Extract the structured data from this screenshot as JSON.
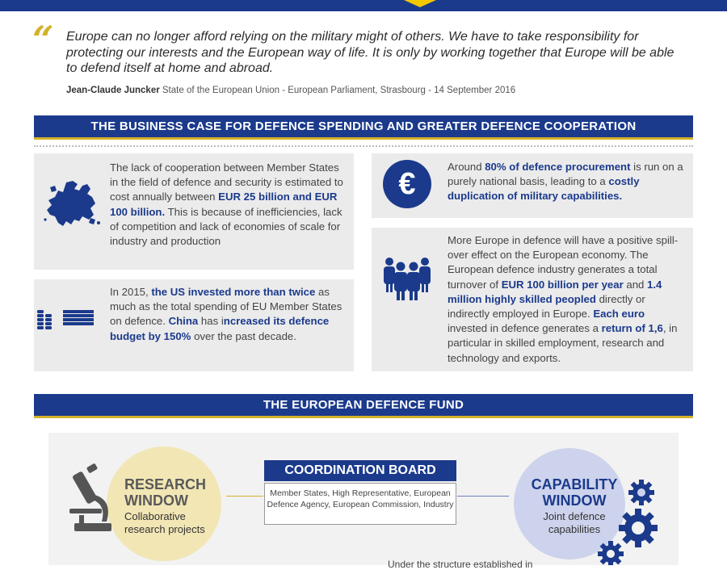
{
  "quote": {
    "mark": "“",
    "text": "Europe can no longer afford relying on the military might of others. We have to take responsibility for protecting our interests and the European way of life. It is only by working together that Europe will be able to defend itself at home and abroad.",
    "author": "Jean-Claude Juncker",
    "source": "State of the European Union - European Parliament, Strasbourg - 14 September 2016"
  },
  "section1": {
    "title": "THE BUSINESS CASE FOR DEFENCE SPENDING AND GREATER DEFENCE COOPERATION"
  },
  "boxes": {
    "cooperation": {
      "t1": "The lack of cooperation between Member States in the field of defence and security is estimated to cost annually between ",
      "b1": "EUR 25 billion and EUR 100 billion.",
      "t2": " This is because of inefficiencies, lack of competition and lack of economies of scale for industry and production"
    },
    "us_spending": {
      "t1": "In 2015, ",
      "b1": "the US invested more than twice",
      "t2": " as much as the total spending of EU Member States on defence. ",
      "b2": "China",
      "t3": " has i",
      "b3": "ncreased its defence budget by 150%",
      "t4": " over the past decade."
    },
    "procurement": {
      "t1": "Around ",
      "b1": "80% of defence procurement",
      "t2": " is run on a purely national basis, leading to a ",
      "b2": "costly duplication of military capabilities."
    },
    "spillover": {
      "t1": "More Europe in defence will have a positive spill-over effect on the European economy. The European defence industry generates a total turnover of ",
      "b1": "EUR 100 billion per year",
      "t2": " and ",
      "b2": "1.4 million highly skilled peopled",
      "t3": " directly or indirectly employed in Europe. ",
      "b3": "Each euro",
      "t4": " invested in defence generates a ",
      "b4": "return of 1,6",
      "t5": ", in particular in skilled employment, research and technology and exports."
    }
  },
  "section2": {
    "title": "THE EUROPEAN DEFENCE FUND"
  },
  "fund": {
    "research_title_1": "RESEARCH",
    "research_title_2": "WINDOW",
    "research_sub": "Collaborative research projects",
    "coord_title": "COORDINATION BOARD",
    "coord_body": "Member States, High Representative, European Defence Agency, European Commission, Industry",
    "capability_title_1": "CAPABILITY",
    "capability_title_2": "WINDOW",
    "capability_sub": "Joint defence capabilities",
    "footer_partial": "Under the structure established in"
  },
  "icons": [
    "euro-icon",
    "europe-map-icon",
    "coin-stacks-icon",
    "people-group-icon",
    "microscope-icon",
    "gears-icon"
  ],
  "colors": {
    "navy": "#1b3a8c",
    "gold": "#d4b12a",
    "grey_box": "#ebebeb"
  }
}
